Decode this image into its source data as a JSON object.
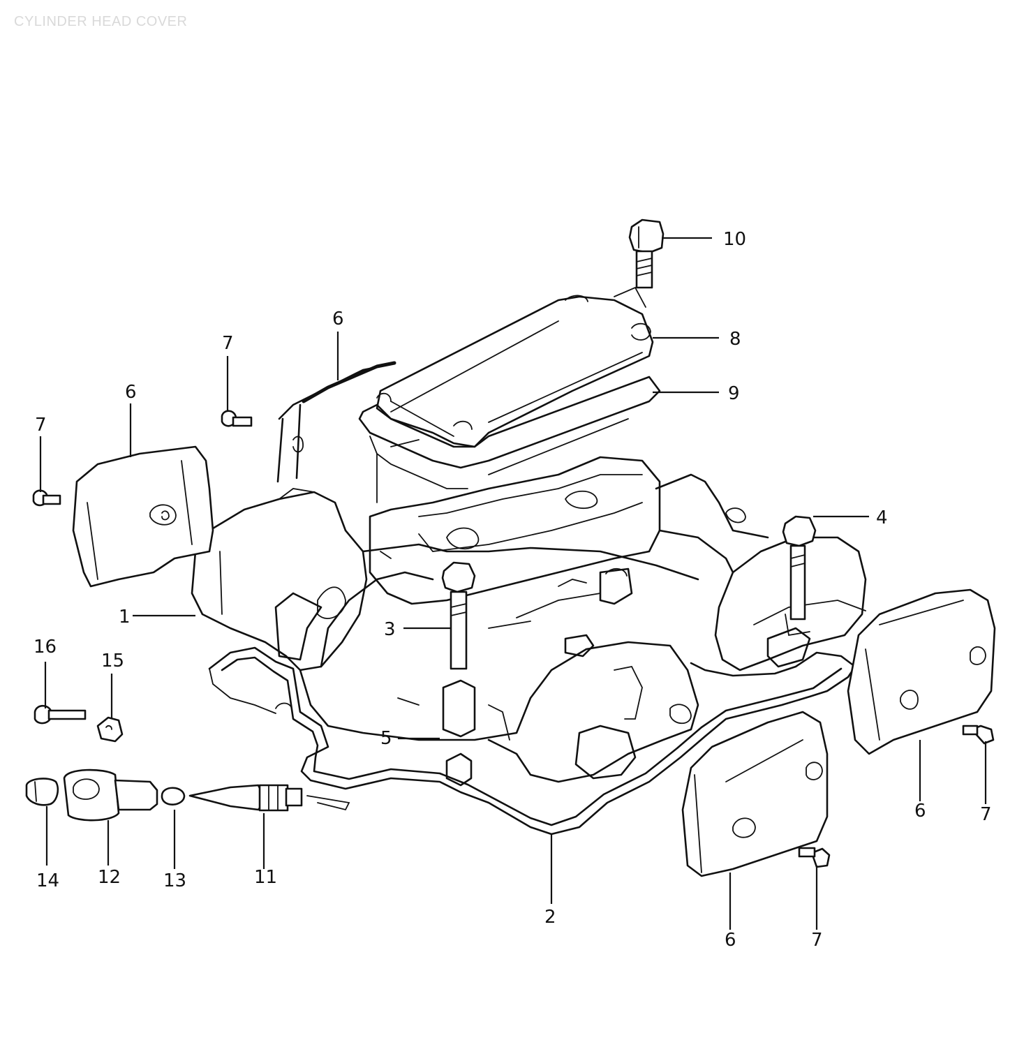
{
  "title": "CYLINDER HEAD COVER",
  "callouts": [
    {
      "id": "c1",
      "label": "1"
    },
    {
      "id": "c2",
      "label": "2"
    },
    {
      "id": "c3",
      "label": "3"
    },
    {
      "id": "c4",
      "label": "4"
    },
    {
      "id": "c5",
      "label": "5"
    },
    {
      "id": "c6a",
      "label": "6"
    },
    {
      "id": "c6b",
      "label": "6"
    },
    {
      "id": "c6c",
      "label": "6"
    },
    {
      "id": "c6d",
      "label": "6"
    },
    {
      "id": "c7a",
      "label": "7"
    },
    {
      "id": "c7b",
      "label": "7"
    },
    {
      "id": "c7c",
      "label": "7"
    },
    {
      "id": "c7d",
      "label": "7"
    },
    {
      "id": "c8",
      "label": "8"
    },
    {
      "id": "c9",
      "label": "9"
    },
    {
      "id": "c10",
      "label": "10"
    },
    {
      "id": "c11",
      "label": "11"
    },
    {
      "id": "c12",
      "label": "12"
    },
    {
      "id": "c13",
      "label": "13"
    },
    {
      "id": "c14",
      "label": "14"
    },
    {
      "id": "c15",
      "label": "15"
    },
    {
      "id": "c16",
      "label": "16"
    }
  ]
}
